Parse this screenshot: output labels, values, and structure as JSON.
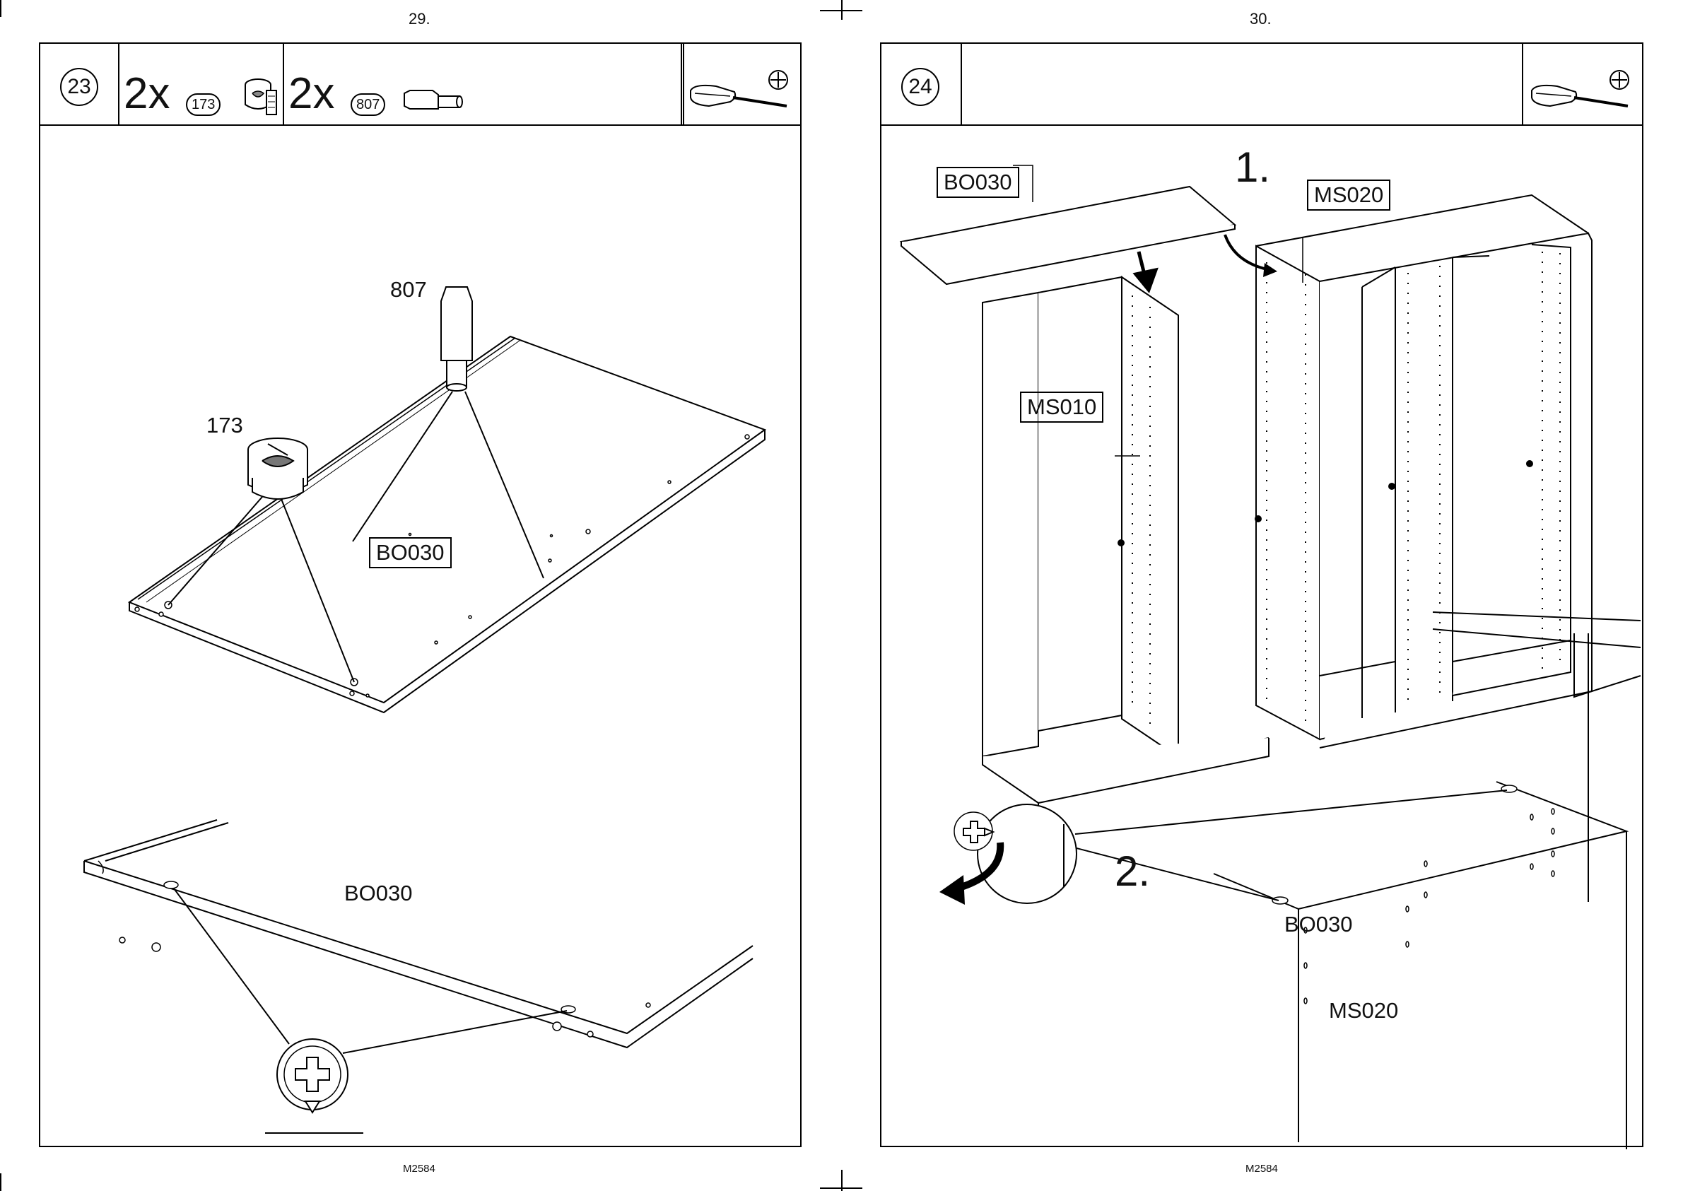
{
  "left_page": {
    "page_number": "29.",
    "step_number": "23",
    "parts": [
      {
        "qty": "2x",
        "part_id": "173",
        "icon": "cam-lock-icon"
      },
      {
        "qty": "2x",
        "part_id": "807",
        "icon": "dowel-pin-icon"
      }
    ],
    "tool_icon": "phillips-screwdriver-icon",
    "callout_807": "807",
    "callout_173": "173",
    "board_label": "BO030",
    "detail_label": "BO030",
    "footer": "M2584"
  },
  "right_page": {
    "page_number": "30.",
    "step_number": "24",
    "tool_icon": "phillips-screwdriver-icon",
    "step1": "1.",
    "step2": "2.",
    "label_bo030": "BO030",
    "label_ms020": "MS020",
    "label_ms010": "MS010",
    "detail_bo030": "BO030",
    "detail_ms020": "MS020",
    "footer": "M2584"
  }
}
